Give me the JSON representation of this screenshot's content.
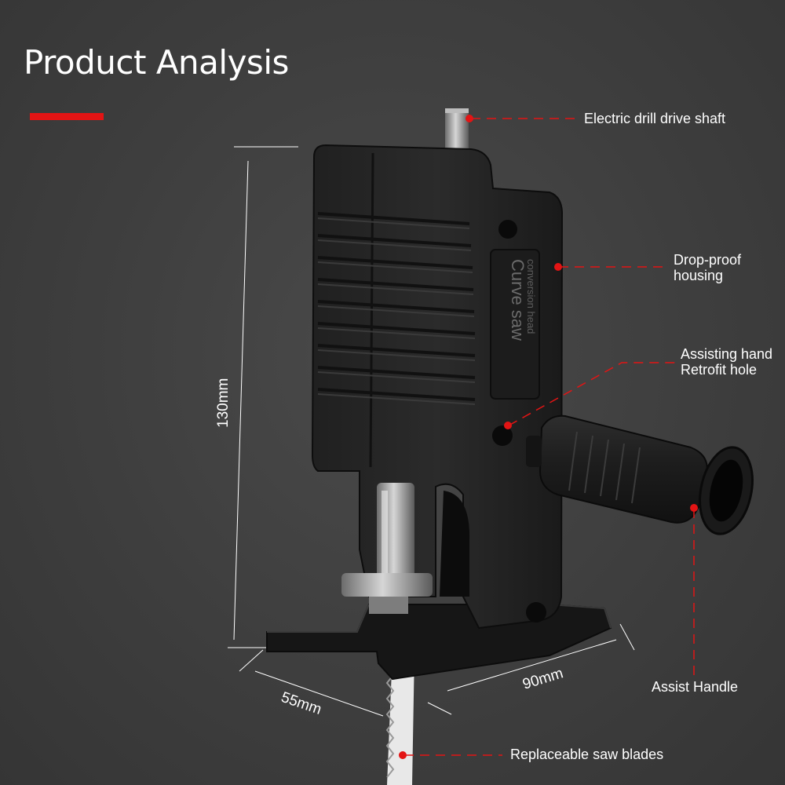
{
  "heading": {
    "title": "Product Analysis"
  },
  "product": {
    "housing_text_line1": "Curve saw",
    "housing_text_line2": "conversion head"
  },
  "dimensions": {
    "height": "130mm",
    "length": "90mm",
    "width": "55mm"
  },
  "callouts": {
    "drive_shaft": "Electric drill drive shaft",
    "housing_line1": "Drop-proof",
    "housing_line2": "housing",
    "hole_line1": "Assisting hand",
    "hole_line2": "Retrofit hole",
    "handle": "Assist Handle",
    "blades": "Replaceable saw blades"
  },
  "colors": {
    "accent": "#e31414",
    "background": "#404040",
    "text": "#ffffff"
  }
}
